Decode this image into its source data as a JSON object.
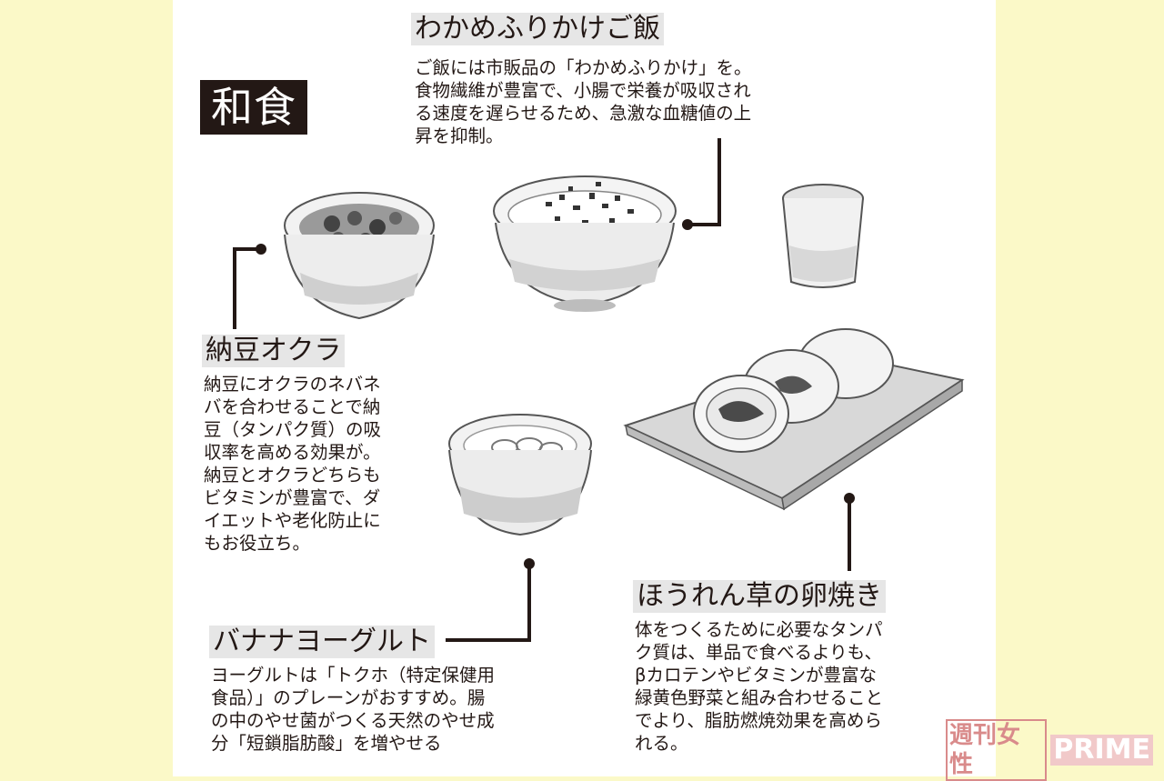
{
  "title": "和食",
  "items": {
    "rice": {
      "heading": "わかめふりかけご飯",
      "lines": [
        "ご飯には市販品の「わかめふりかけ」を。",
        "食物繊維が豊富で、小腸で栄養が吸収され",
        "る速度を遅らせるため、急激な血糖値の上",
        "昇を抑制。"
      ]
    },
    "natto": {
      "heading": "納豆オクラ",
      "lines": [
        "納豆にオクラのネバネ",
        "バを合わせることで納",
        "豆（タンパク質）の吸",
        "収率を高める効果が。",
        "納豆とオクラどちらも",
        "ビタミンが豊富で、ダ",
        "イエットや老化防止に",
        "もお役立ち。"
      ]
    },
    "yogurt": {
      "heading": "バナナヨーグルト",
      "lines": [
        "ヨーグルトは「トクホ（特定保健用",
        "食品）」のプレーンがおすすめ。腸",
        "の中のやせ菌がつくる天然のやせ成",
        "分「短鎖脂肪酸」を増やせる"
      ]
    },
    "omelet": {
      "heading": "ほうれん草の卵焼き",
      "lines": [
        "体をつくるために必要なタンパ",
        "ク質は、単品で食べるよりも、",
        "βカロテンやビタミンが豊富な",
        "緑黄色野菜と組み合わせること",
        "でより、脂肪燃焼効果を高めら",
        "れる。"
      ]
    }
  },
  "logo": {
    "jp": "週刊女性",
    "en": "PRIME"
  }
}
